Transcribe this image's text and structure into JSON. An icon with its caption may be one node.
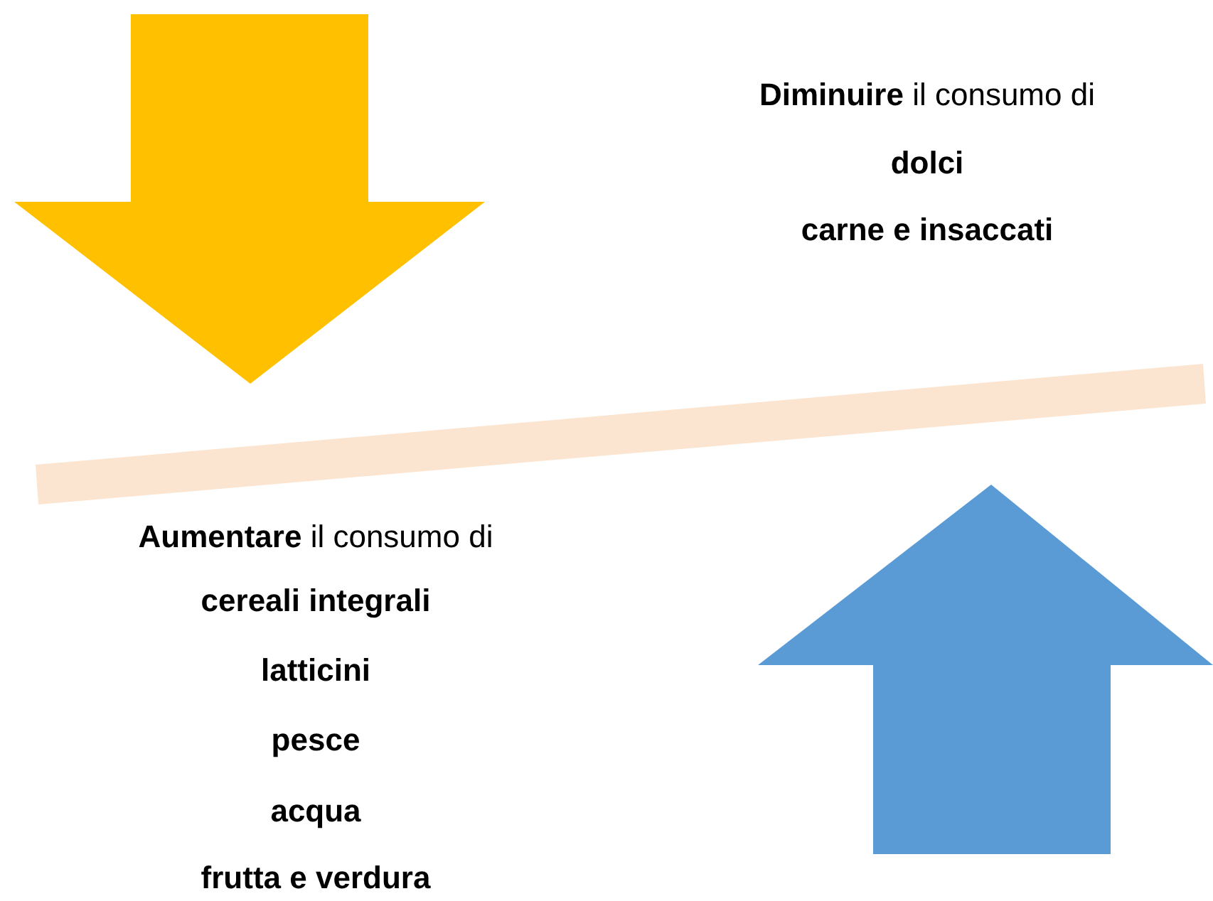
{
  "diagram": {
    "labels": [
      "**Diminuire** il consumo di",
      "dolci",
      "carne e insaccati",
      "**Aumentare** il consumo di",
      "cereali integrali",
      "latticini",
      "pesce",
      "acqua",
      "frutta e verdura"
    ]
  }
}
